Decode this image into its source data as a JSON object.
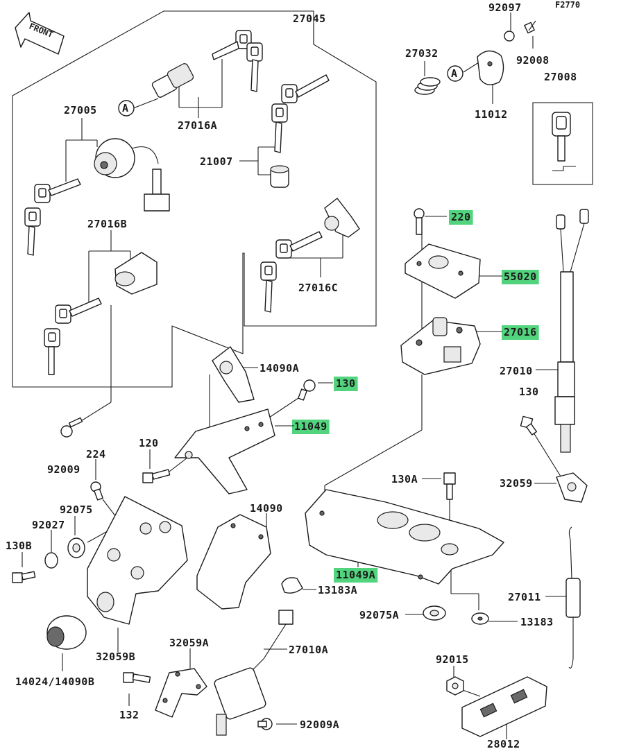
{
  "diagram": {
    "code": "F2770",
    "front_label": "FRONT",
    "callout_letter": "A",
    "highlight_color": "#33cc66",
    "parts": [
      {
        "id": "p27045",
        "number": "27045",
        "highlighted": false
      },
      {
        "id": "p92097",
        "number": "92097",
        "highlighted": false
      },
      {
        "id": "p27032",
        "number": "27032",
        "highlighted": false
      },
      {
        "id": "p92008",
        "number": "92008",
        "highlighted": false
      },
      {
        "id": "p27008",
        "number": "27008",
        "highlighted": false
      },
      {
        "id": "p11012",
        "number": "11012",
        "highlighted": false
      },
      {
        "id": "p27005",
        "number": "27005",
        "highlighted": false
      },
      {
        "id": "p27016A",
        "number": "27016A",
        "highlighted": false
      },
      {
        "id": "p21007",
        "number": "21007",
        "highlighted": false
      },
      {
        "id": "p27016B",
        "number": "27016B",
        "highlighted": false
      },
      {
        "id": "p27016C",
        "number": "27016C",
        "highlighted": false
      },
      {
        "id": "p220",
        "number": "220",
        "highlighted": true
      },
      {
        "id": "p55020",
        "number": "55020",
        "highlighted": true
      },
      {
        "id": "p27016",
        "number": "27016",
        "highlighted": true
      },
      {
        "id": "p27010",
        "number": "27010",
        "highlighted": false
      },
      {
        "id": "p14090A",
        "number": "14090A",
        "highlighted": false
      },
      {
        "id": "p130top",
        "number": "130",
        "highlighted": true
      },
      {
        "id": "p11049",
        "number": "11049",
        "highlighted": true
      },
      {
        "id": "p130",
        "number": "130",
        "highlighted": false
      },
      {
        "id": "p120",
        "number": "120",
        "highlighted": false
      },
      {
        "id": "p224",
        "number": "224",
        "highlighted": false
      },
      {
        "id": "p92009",
        "number": "92009",
        "highlighted": false
      },
      {
        "id": "p130A",
        "number": "130A",
        "highlighted": false
      },
      {
        "id": "p32059",
        "number": "32059",
        "highlighted": false
      },
      {
        "id": "p92075",
        "number": "92075",
        "highlighted": false
      },
      {
        "id": "p14090",
        "number": "14090",
        "highlighted": false
      },
      {
        "id": "p92027",
        "number": "92027",
        "highlighted": false
      },
      {
        "id": "p130B",
        "number": "130B",
        "highlighted": false
      },
      {
        "id": "p11049A",
        "number": "11049A",
        "highlighted": true
      },
      {
        "id": "p13183A",
        "number": "13183A",
        "highlighted": false
      },
      {
        "id": "p27011",
        "number": "27011",
        "highlighted": false
      },
      {
        "id": "p92075A",
        "number": "92075A",
        "highlighted": false
      },
      {
        "id": "p13183",
        "number": "13183",
        "highlighted": false
      },
      {
        "id": "p32059B",
        "number": "32059B",
        "highlighted": false
      },
      {
        "id": "p32059A",
        "number": "32059A",
        "highlighted": false
      },
      {
        "id": "p27010A",
        "number": "27010A",
        "highlighted": false
      },
      {
        "id": "p92015",
        "number": "92015",
        "highlighted": false
      },
      {
        "id": "p14024",
        "number": "14024/14090B",
        "highlighted": false
      },
      {
        "id": "p132",
        "number": "132",
        "highlighted": false
      },
      {
        "id": "p92009A",
        "number": "92009A",
        "highlighted": false
      },
      {
        "id": "p28012",
        "number": "28012",
        "highlighted": false
      }
    ]
  }
}
